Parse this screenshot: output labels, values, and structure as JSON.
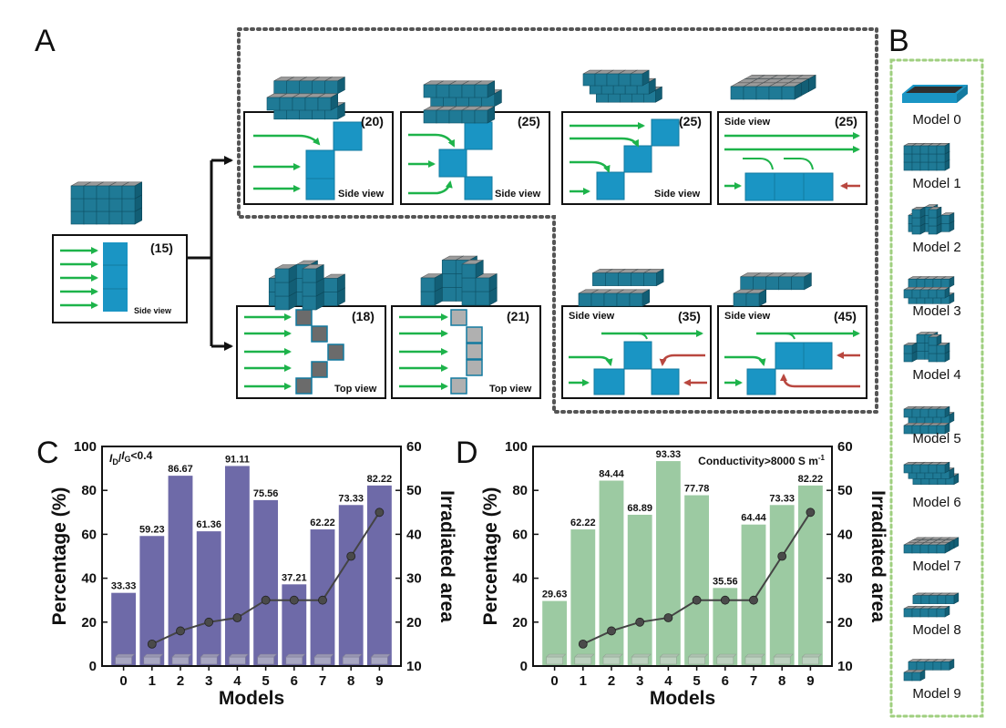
{
  "panels": {
    "A": "A",
    "B": "B",
    "C": "C",
    "D": "D"
  },
  "view_labels": {
    "side": "Side view",
    "top": "Top view"
  },
  "schematics": [
    {
      "count": "(15)",
      "view": "Side view"
    },
    {
      "count": "(20)",
      "view": "Side view"
    },
    {
      "count": "(25)",
      "view": "Side view"
    },
    {
      "count": "(25)",
      "view": "Side view"
    },
    {
      "count": "(25)",
      "view": "Side view"
    },
    {
      "count": "(18)",
      "view": "Top view"
    },
    {
      "count": "(21)",
      "view": "Top view"
    },
    {
      "count": "(35)",
      "view": "Side view"
    },
    {
      "count": "(45)",
      "view": "Side view"
    }
  ],
  "models": [
    "Model 0",
    "Model 1",
    "Model 2",
    "Model 3",
    "Model 4",
    "Model 5",
    "Model 6",
    "Model 7",
    "Model 8",
    "Model 9"
  ],
  "colors": {
    "cube_face": "#1f7a96",
    "cube_top": "#9a9a9a",
    "arrow_green": "#1db34a",
    "arrow_red": "#b9473f",
    "bar_C": "#6e6aa8",
    "bar_D": "#9ccaa2",
    "line": "#444444",
    "dotted_border": "#555555",
    "green_dotted": "#9fcf7f"
  },
  "chart_data": [
    {
      "type": "bar",
      "panel": "C",
      "annotation_parts": [
        "I",
        "D",
        "/",
        "I",
        "G",
        "<0.4"
      ],
      "categories": [
        "0",
        "1",
        "2",
        "3",
        "4",
        "5",
        "6",
        "7",
        "8",
        "9"
      ],
      "series": [
        {
          "values": [
            33.33,
            59.23,
            86.67,
            61.36,
            91.11,
            75.56,
            37.21,
            62.22,
            73.33,
            82.22
          ],
          "axis": "left"
        },
        {
          "type": "line",
          "values": [
            null,
            15,
            18,
            20,
            21,
            25,
            25,
            25,
            35,
            45
          ],
          "axis": "right"
        }
      ],
      "bar_labels": [
        "33.33",
        "59.23",
        "86.67",
        "61.36",
        "91.11",
        "75.56",
        "37.21",
        "62.22",
        "73.33",
        "82.22"
      ],
      "xlabel": "Models",
      "ylabel": "Percentage (%)",
      "y2label": "Irradiated area",
      "ylim": [
        0,
        100
      ],
      "y2lim": [
        10,
        60
      ],
      "yticks": [
        "0",
        "20",
        "40",
        "60",
        "80",
        "100"
      ],
      "y2ticks": [
        "10",
        "20",
        "30",
        "40",
        "50",
        "60"
      ]
    },
    {
      "type": "bar",
      "panel": "D",
      "annotation_parts": [
        "Conductivity>8000 S m",
        "-1"
      ],
      "categories": [
        "0",
        "1",
        "2",
        "3",
        "4",
        "5",
        "6",
        "7",
        "8",
        "9"
      ],
      "series": [
        {
          "values": [
            29.63,
            62.22,
            84.44,
            68.89,
            93.33,
            77.78,
            35.56,
            64.44,
            73.33,
            82.22
          ],
          "axis": "left"
        },
        {
          "type": "line",
          "values": [
            null,
            15,
            18,
            20,
            21,
            25,
            25,
            25,
            35,
            45
          ],
          "axis": "right"
        }
      ],
      "bar_labels": [
        "29.63",
        "62.22",
        "84.44",
        "68.89",
        "93.33",
        "77.78",
        "35.56",
        "64.44",
        "73.33",
        "82.22"
      ],
      "xlabel": "Models",
      "ylabel": "Percentage (%)",
      "y2label": "Irradiated area",
      "ylim": [
        0,
        100
      ],
      "y2lim": [
        10,
        60
      ],
      "yticks": [
        "0",
        "20",
        "40",
        "60",
        "80",
        "100"
      ],
      "y2ticks": [
        "10",
        "20",
        "30",
        "40",
        "50",
        "60"
      ]
    }
  ]
}
